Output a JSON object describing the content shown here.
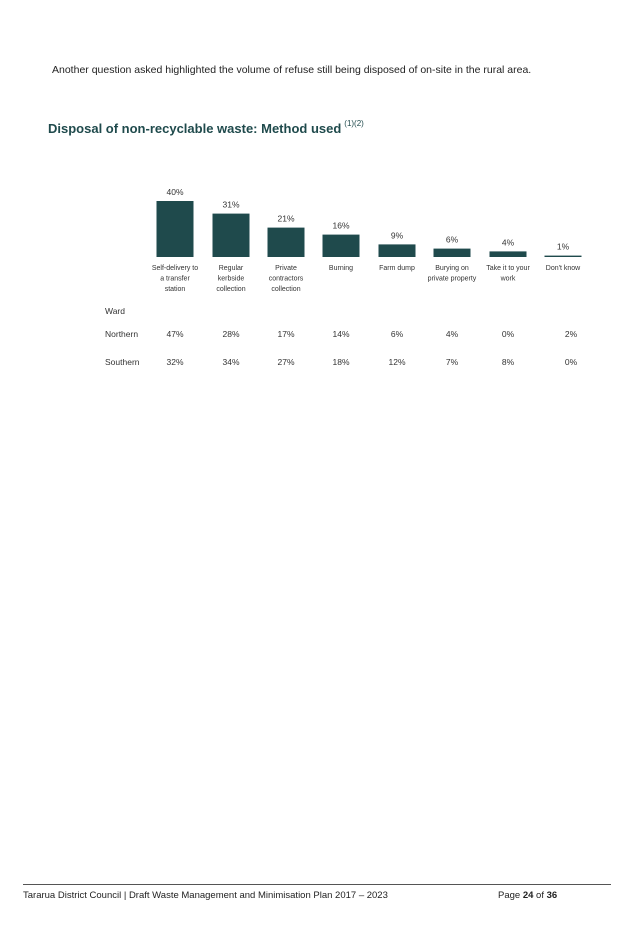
{
  "page": {
    "intro": "Another question asked highlighted the volume of refuse still being disposed of on-site in the rural area.",
    "heading": "Disposal of non-recyclable waste: Method used",
    "heading_superscript": "(1)(2)"
  },
  "chart_data": {
    "type": "bar",
    "title": "Disposal of non-recyclable waste: Method used",
    "categories": [
      [
        "Self-delivery to",
        "a transfer",
        "station"
      ],
      [
        "Regular",
        "kerbside",
        "collection"
      ],
      [
        "Private",
        "contractors",
        "collection"
      ],
      [
        "Burning"
      ],
      [
        "Farm dump"
      ],
      [
        "Burying on",
        "private property"
      ],
      [
        "Take it to your",
        "work"
      ],
      [
        "Don't know"
      ]
    ],
    "values": [
      40,
      31,
      21,
      16,
      9,
      6,
      4,
      1
    ],
    "value_labels": [
      "40%",
      "31%",
      "21%",
      "16%",
      "9%",
      "6%",
      "4%",
      "1%"
    ],
    "bar_color": "#1f4a4c",
    "ylim": [
      0,
      40
    ],
    "grid": false,
    "legend": "none"
  },
  "ward_table": {
    "header": "Ward",
    "rows": [
      {
        "label": "Northern",
        "values": [
          "47%",
          "28%",
          "17%",
          "14%",
          "6%",
          "4%",
          "0%",
          "2%"
        ]
      },
      {
        "label": "Southern",
        "values": [
          "32%",
          "34%",
          "27%",
          "18%",
          "12%",
          "7%",
          "8%",
          "0%"
        ]
      }
    ]
  },
  "footer": {
    "left": "Tararua District Council | Draft Waste Management and Minimisation Plan 2017 – 2023",
    "page_prefix": "Page",
    "page_number": "24",
    "page_of": "of",
    "page_total": "36"
  }
}
